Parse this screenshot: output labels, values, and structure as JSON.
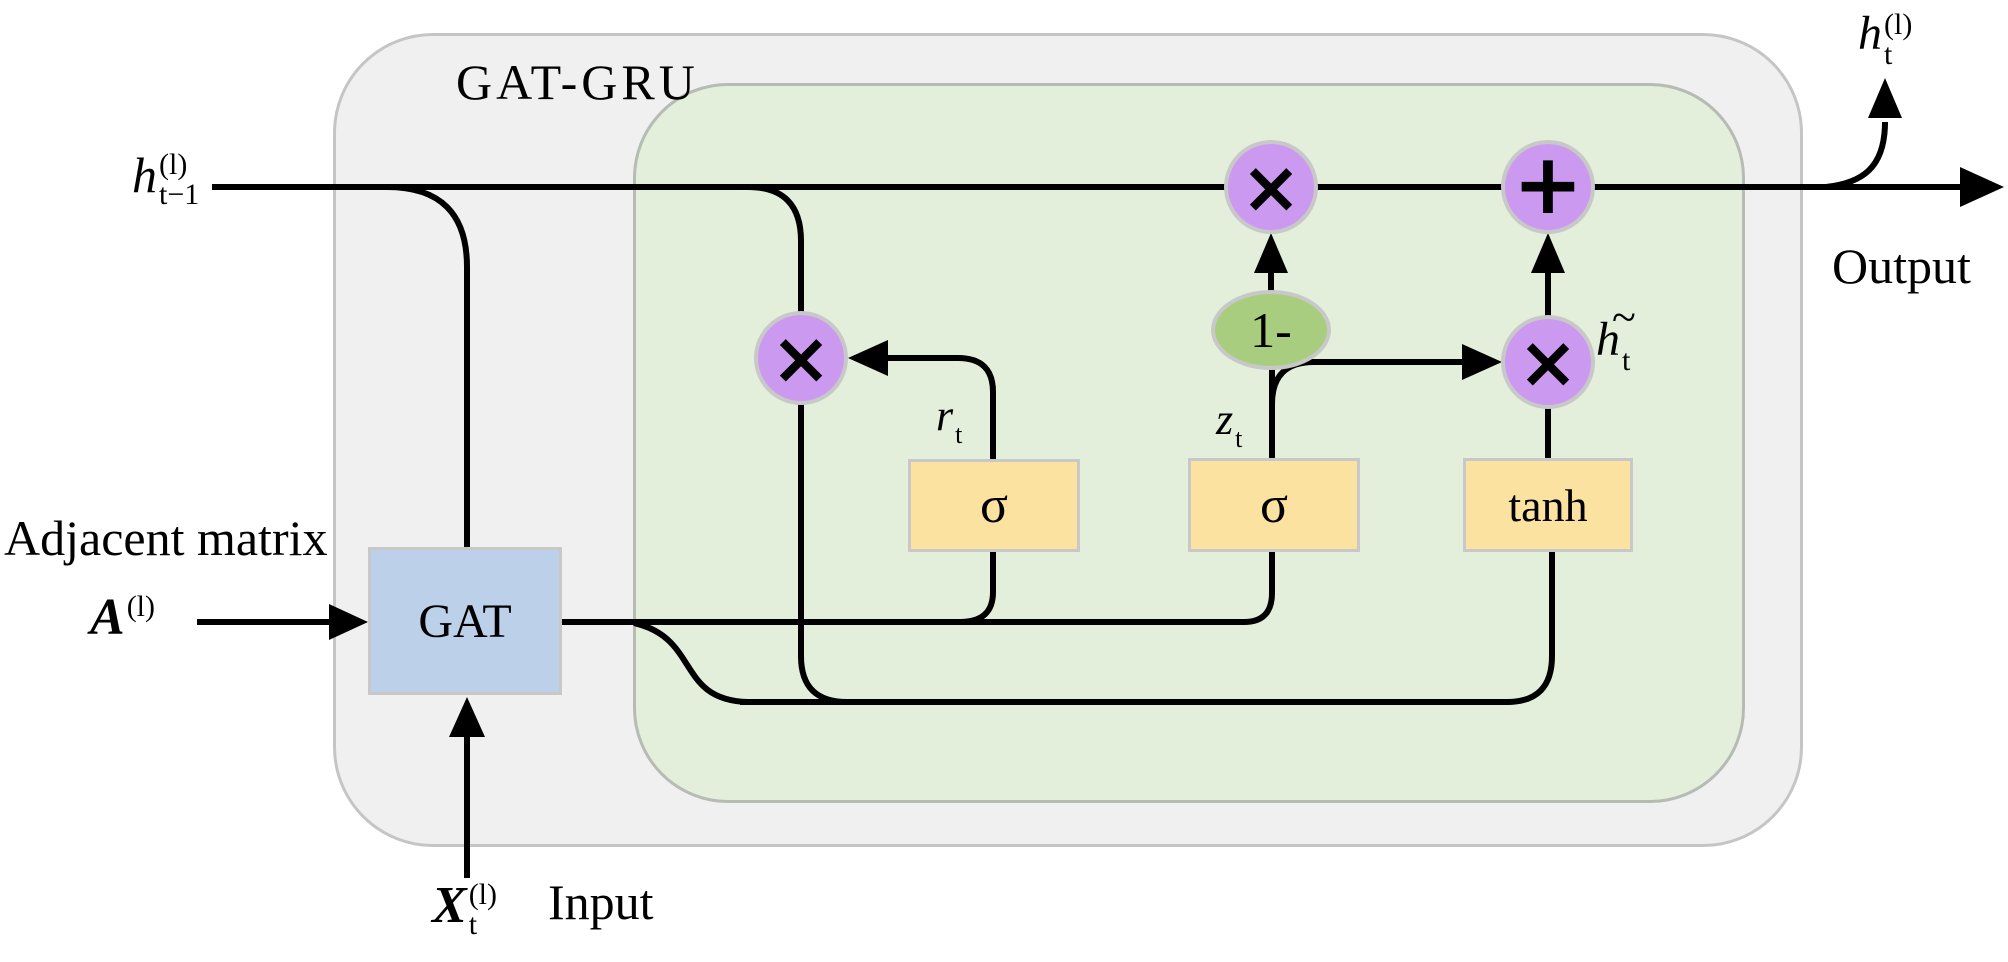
{
  "diagram": {
    "title": "GAT-GRU",
    "output_label": "Output",
    "input_label": "Input",
    "adjacent_matrix_label": "Adjacent matrix"
  },
  "nodes": {
    "gat": "GAT",
    "sigma_reset": "σ",
    "sigma_update": "σ",
    "tanh": "tanh",
    "one_minus": "1-",
    "multiply": "×",
    "add": "+"
  },
  "math": {
    "h_prev": {
      "base": "h",
      "sup": "(l)",
      "sub": "t−1"
    },
    "h_out": {
      "base": "h",
      "sup": "(l)",
      "sub": "t"
    },
    "h_tilde": {
      "base": "h",
      "accent": "~",
      "sub": "t"
    },
    "A": {
      "base": "A",
      "sup": "(l)"
    },
    "X": {
      "base": "X",
      "sup": "(l)",
      "sub": "t"
    },
    "r": {
      "base": "r",
      "sub": "t"
    },
    "z": {
      "base": "z",
      "sub": "t"
    }
  },
  "colors": {
    "panel-gray": "#f0f0f1",
    "panel-gray-border": "#c5c5c5",
    "panel-green": "#e3efdb",
    "panel-green-border": "#b6bbb4",
    "node-purple": "#cb9af0",
    "node-green": "#a9cd7e",
    "node-yellow": "#fce2a0",
    "node-blue": "#bcd0ea",
    "node-border": "#c8c8c8"
  }
}
